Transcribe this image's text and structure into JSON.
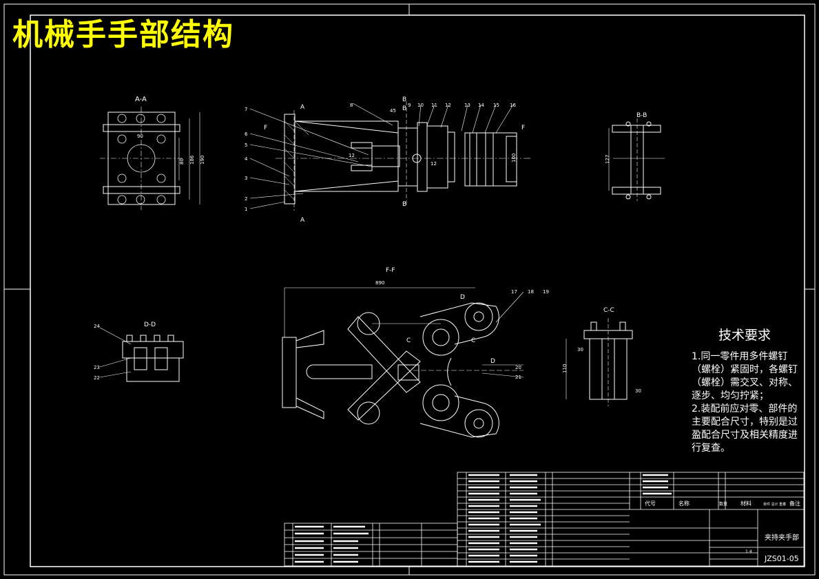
{
  "drawing": {
    "title": "机械手手部结构",
    "drawing_number": "JZS01-05",
    "part_name": "夹持夹手部",
    "scale": "1:4"
  },
  "views": {
    "aa": "A-A",
    "bb": "B-B",
    "cc": "C-C",
    "dd": "D-D",
    "ff": "F-F",
    "cut_a": "A",
    "cut_b": "B",
    "cut_c": "C",
    "cut_d": "D",
    "cut_f": "F"
  },
  "dimensions": {
    "d90": "90",
    "d80": "80",
    "d186": "186",
    "d190": "190",
    "d45": "45",
    "d12": "12",
    "d100": "100",
    "d127": "127",
    "d890": "890",
    "d110": "110",
    "d30": "30"
  },
  "balloons": [
    "1",
    "2",
    "3",
    "4",
    "5",
    "6",
    "7",
    "8",
    "9",
    "10",
    "11",
    "12",
    "13",
    "14",
    "15",
    "16",
    "17",
    "18",
    "19",
    "20",
    "21",
    "22",
    "23",
    "24"
  ],
  "tech_requirements": {
    "heading": "技术要求",
    "lines": [
      "1.同一零件用多件螺钉",
      "（螺栓）紧固时，各螺钉",
      "（螺栓）需交叉、对称、",
      "逐步、均匀拧紧；",
      "2.装配前应对零、部件的",
      "主要配合尺寸，特别是过",
      "盈配合尺寸及相关精度进",
      "行复查。"
    ]
  },
  "title_block": {
    "col_no": "代号",
    "col_name": "名称",
    "col_qty": "数量",
    "col_material": "材料",
    "col_weight": "单件 总计 重量",
    "col_remark": "备注"
  }
}
